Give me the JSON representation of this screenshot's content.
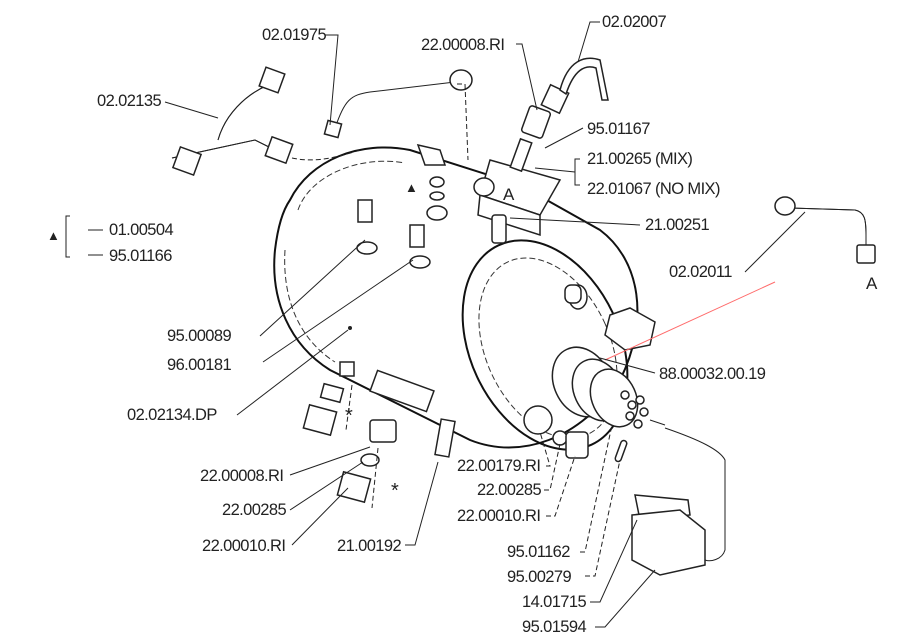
{
  "diagram": {
    "title": "Boiler assembly exploded view",
    "accent_color": "#ff4d4d",
    "labels": {
      "p02_01975": "02.01975",
      "p02_02135": "02.02135",
      "p22_00008_ri_top": "22.00008.RI",
      "p02_02007": "02.02007",
      "p95_01167": "95.01167",
      "p21_00265": "21.00265 (MIX)",
      "p22_01067": "22.01067 (NO MIX)",
      "p21_00251": "21.00251",
      "p01_00504": "01.00504",
      "p95_01166": "95.01166",
      "p02_02011": "02.02011",
      "p95_00089": "95.00089",
      "p96_00181": "96.00181",
      "p88_00032": "88.00032.00.19",
      "p02_02134": "02.02134.DP",
      "p22_00008_ri_bottom": "22.00008.RI",
      "p22_00285_left": "22.00285",
      "p22_00010_ri_left": "22.00010.RI",
      "p21_00192": "21.00192",
      "p22_00179_ri": "22.00179.RI",
      "p22_00285_right": "22.00285",
      "p22_00010_ri_right": "22.00010.RI",
      "p95_01162": "95.01162",
      "p95_00279": "95.00279",
      "p14_01715": "14.01715",
      "p95_01594": "95.01594"
    },
    "markers": {
      "connection_a_top": "A",
      "connection_a_right": "A",
      "asterisk_1": "*",
      "asterisk_2": "*",
      "triangle_legend": "▲",
      "triangle_boiler": "▲"
    }
  }
}
